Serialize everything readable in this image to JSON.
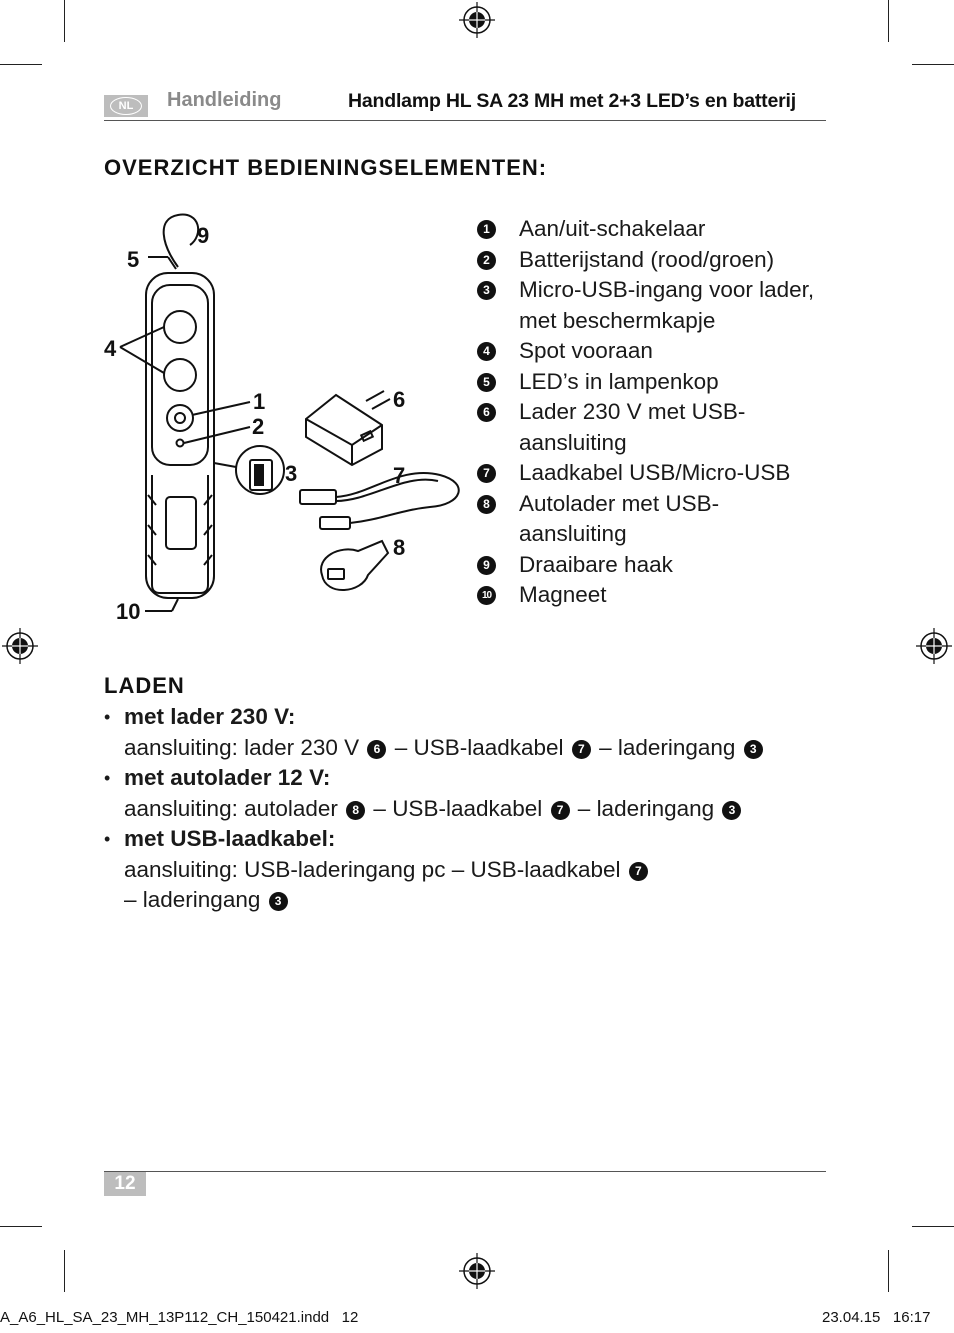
{
  "header": {
    "lang_badge": "NL",
    "section": "Handleiding",
    "title": "Handlamp HL SA 23 MH met 2+3 LED’s en batterij"
  },
  "overview": {
    "title": "OVERZICHT BEDIENINGSELEMENTEN:",
    "figure_labels": [
      "1",
      "2",
      "3",
      "4",
      "5",
      "6",
      "7",
      "8",
      "9",
      "10"
    ],
    "items": [
      {
        "num": "1",
        "text": "Aan/uit-schakelaar"
      },
      {
        "num": "2",
        "text": "Batterijstand (rood/groen)"
      },
      {
        "num": "3",
        "text": "Micro-USB-ingang voor lader, met beschermkapje"
      },
      {
        "num": "4",
        "text": "Spot vooraan"
      },
      {
        "num": "5",
        "text": "LED’s in lampenkop"
      },
      {
        "num": "6",
        "text": "Lader 230 V met USB-aansluiting"
      },
      {
        "num": "7",
        "text": "Laadkabel USB/Micro-USB"
      },
      {
        "num": "8",
        "text": "Autolader met USB-aansluiting"
      },
      {
        "num": "9",
        "text": "Draaibare haak"
      },
      {
        "num": "10",
        "text": "Magneet"
      }
    ]
  },
  "laden": {
    "title": "LADEN",
    "items": [
      {
        "heading": "met lader 230 V:",
        "line1": "aansluiting: lader 230 V",
        "n1": "6",
        "sep1": " – USB-laadkabel",
        "n2": "7",
        "sep2": " – laderingang",
        "n3": "3"
      },
      {
        "heading": "met autolader 12 V:",
        "line1": "aansluiting: autolader",
        "n1": "8",
        "sep1": " – USB-laadkabel",
        "n2": "7",
        "sep2": " – laderingang",
        "n3": "3"
      },
      {
        "heading": "met USB-laadkabel:",
        "line1": "aansluiting: USB-laderingang pc – USB-laadkabel",
        "n1": "7",
        "line2": "– laderingang",
        "n2": "3"
      }
    ]
  },
  "footer": {
    "page_number": "12",
    "slug_file": "A_A6_HL_SA_23_MH_13P112_CH_150421.indd   12",
    "slug_date": "23.04.15   16:17"
  }
}
